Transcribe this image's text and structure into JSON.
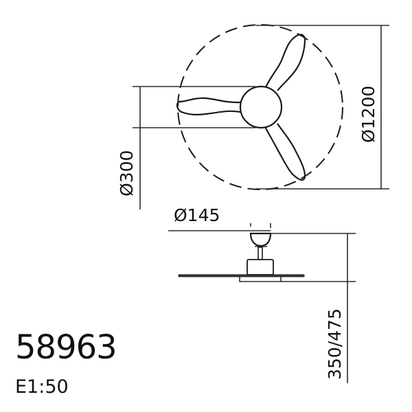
{
  "drawing": {
    "model_number": "58963",
    "scale": "E1:50",
    "dimensions": {
      "fan_diameter": "Ø1200",
      "hub_diameter": "Ø300",
      "canopy_diameter": "Ø145",
      "height": "350/475"
    },
    "views": [
      "top-view",
      "side-view"
    ],
    "line_color": "#1a1a1a",
    "background": "#ffffff"
  }
}
